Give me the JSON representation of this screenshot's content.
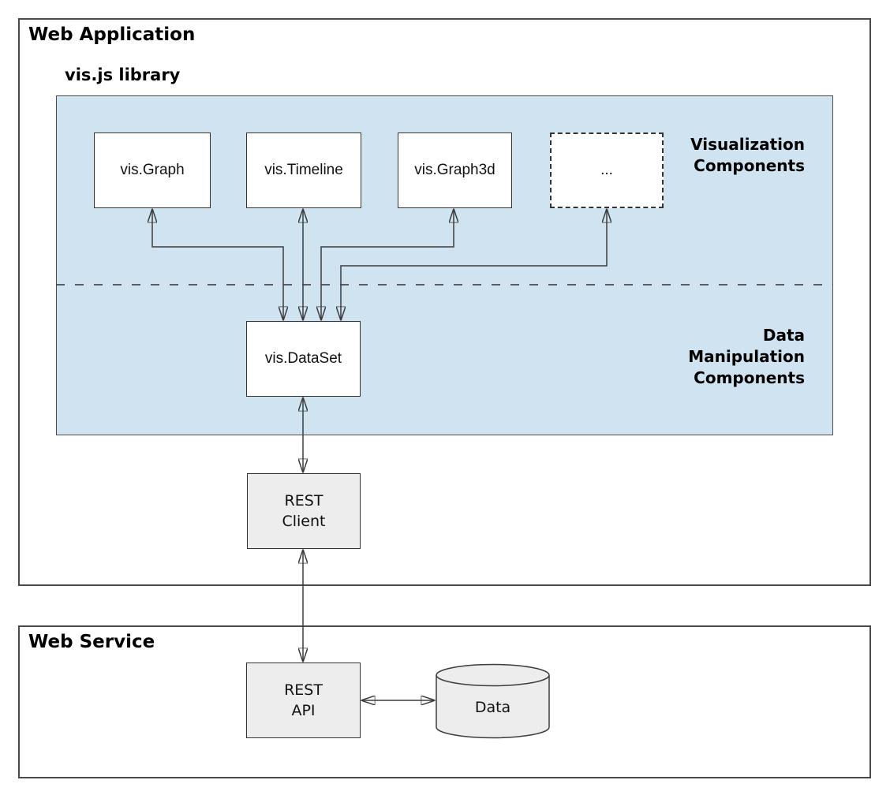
{
  "diagram": {
    "web_application": {
      "title": "Web Application",
      "vis_library": {
        "title": "vis.js library",
        "section_labels": {
          "visualization": {
            "line1": "Visualization",
            "line2": "Components"
          },
          "data_manipulation": {
            "line1": "Data",
            "line2": "Manipulation",
            "line3": "Components"
          }
        },
        "components": {
          "graph": "vis.Graph",
          "timeline": "vis.Timeline",
          "graph3d": "vis.Graph3d",
          "more": "...",
          "dataset": "vis.DataSet"
        }
      },
      "rest_client": {
        "line1": "REST",
        "line2": "Client"
      }
    },
    "web_service": {
      "title": "Web Service",
      "rest_api": {
        "line1": "REST",
        "line2": "API"
      },
      "data_store": "Data"
    },
    "connections": [
      {
        "from": "vis.Graph",
        "to": "vis.DataSet",
        "type": "bidirectional"
      },
      {
        "from": "vis.Timeline",
        "to": "vis.DataSet",
        "type": "bidirectional"
      },
      {
        "from": "vis.Graph3d",
        "to": "vis.DataSet",
        "type": "bidirectional"
      },
      {
        "from": "...",
        "to": "vis.DataSet",
        "type": "bidirectional"
      },
      {
        "from": "vis.DataSet",
        "to": "REST Client",
        "type": "bidirectional"
      },
      {
        "from": "REST Client",
        "to": "REST API",
        "type": "bidirectional"
      },
      {
        "from": "REST API",
        "to": "Data",
        "type": "bidirectional"
      }
    ],
    "colors": {
      "library_panel_fill": "#cfe3f1",
      "service_node_fill": "#ededed",
      "node_border": "#333333",
      "container_border": "#4a4a4a",
      "connector": "#3c3c3c"
    }
  }
}
